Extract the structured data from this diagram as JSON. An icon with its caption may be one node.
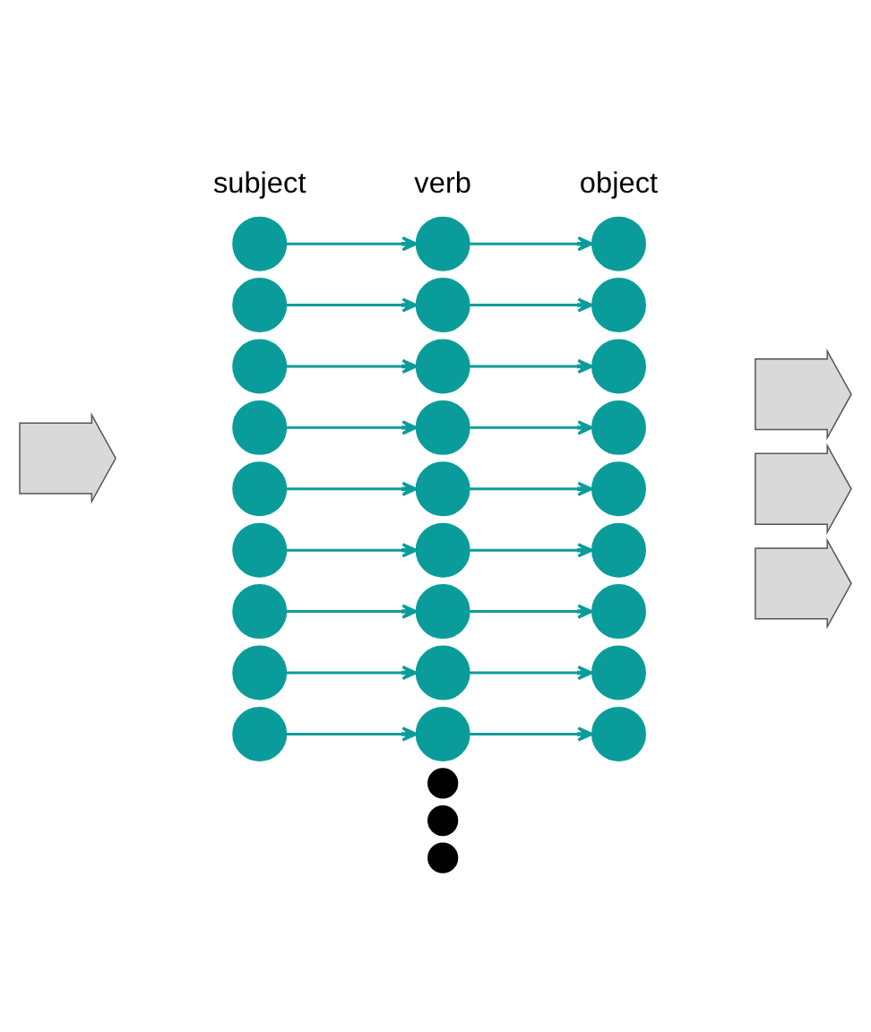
{
  "diagram": {
    "nodes": [
      {
        "text": [],
        "shape": "arrow"
      },
      {
        "text": [],
        "shape": "circle"
      },
      {
        "text": [],
        "shape": "circle"
      },
      {
        "text": [],
        "shape": "circle"
      },
      {
        "text": [],
        "shape": "circle"
      },
      {
        "text": [],
        "shape": "circle"
      },
      {
        "text": [],
        "shape": "circle"
      },
      {
        "text": [],
        "shape": "circle"
      },
      {
        "text": [],
        "shape": "circle"
      },
      {
        "text": [],
        "shape": "circle"
      },
      {
        "text": [],
        "shape": "circle"
      },
      {
        "text": [],
        "shape": "circle"
      },
      {
        "text": [],
        "shape": "circle"
      },
      {
        "text": [],
        "shape": "circle"
      },
      {
        "text": [],
        "shape": "circle"
      },
      {
        "text": [],
        "shape": "circle"
      },
      {
        "text": [],
        "shape": "circle"
      },
      {
        "text": [],
        "shape": "circle"
      },
      {
        "text": [],
        "shape": "circle"
      },
      {
        "text": [],
        "shape": "circle"
      },
      {
        "text": [],
        "shape": "circle"
      },
      {
        "text": [],
        "shape": "circle"
      },
      {
        "text": [],
        "shape": "circle"
      },
      {
        "text": [],
        "shape": "circle"
      },
      {
        "text": [],
        "shape": "circle"
      },
      {
        "text": [],
        "shape": "circle"
      },
      {
        "text": [],
        "shape": "circle"
      },
      {
        "text": [],
        "shape": "circle"
      },
      {
        "text": [],
        "shape": "arrow"
      },
      {
        "text": [],
        "shape": "arrow"
      },
      {
        "text": [],
        "shape": "arrow"
      },
      {
        "text": [],
        "shape": "circle"
      },
      {
        "text": [],
        "shape": "circle"
      },
      {
        "text": [],
        "shape": "circle"
      }
    ],
    "edges": [
      {
        "from": 1,
        "to": 10,
        "arrow": "to"
      },
      {
        "from": 2,
        "to": 11,
        "arrow": "to"
      },
      {
        "from": 3,
        "to": 12,
        "arrow": "to"
      },
      {
        "from": 4,
        "to": 13,
        "arrow": "to"
      },
      {
        "from": 5,
        "to": 14,
        "arrow": "to"
      },
      {
        "from": 6,
        "to": 15,
        "arrow": "to"
      },
      {
        "from": 7,
        "to": 16,
        "arrow": "to"
      },
      {
        "from": 8,
        "to": 17,
        "arrow": "to"
      },
      {
        "from": 9,
        "to": 18,
        "arrow": "to"
      },
      {
        "from": 10,
        "to": 19,
        "arrow": "to"
      },
      {
        "from": 11,
        "to": 20,
        "arrow": "to"
      },
      {
        "from": 12,
        "to": 21,
        "arrow": "to"
      },
      {
        "from": 13,
        "to": 22,
        "arrow": "to"
      },
      {
        "from": 14,
        "to": 23,
        "arrow": "to"
      },
      {
        "from": 15,
        "to": 24,
        "arrow": "to"
      },
      {
        "from": 16,
        "to": 25,
        "arrow": "to"
      },
      {
        "from": 17,
        "to": 26,
        "arrow": "to"
      },
      {
        "from": 18,
        "to": 27,
        "arrow": "to"
      }
    ],
    "labels": [
      "subject",
      "verb",
      "object"
    ]
  }
}
